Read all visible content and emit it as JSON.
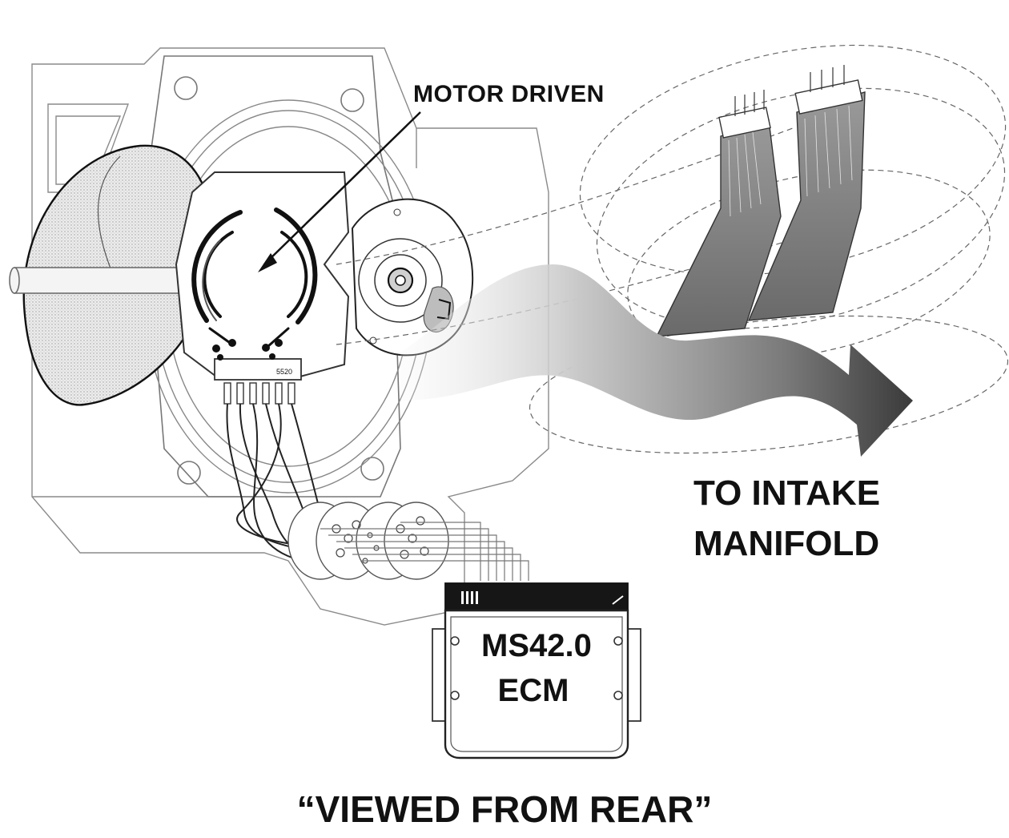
{
  "labels": {
    "motor_driven": "MOTOR DRIVEN",
    "intake_line1": "TO INTAKE",
    "intake_line2": "MANIFOLD",
    "ecm_line1": "MS42.0",
    "ecm_line2": "ECM",
    "caption": "“VIEWED FROM REAR”"
  },
  "colors": {
    "ink": "#111111",
    "shade_light": "#d9d9d9",
    "shade_mid": "#a9a9a9",
    "shade_dark": "#3c3c3c",
    "paper": "#ffffff"
  }
}
